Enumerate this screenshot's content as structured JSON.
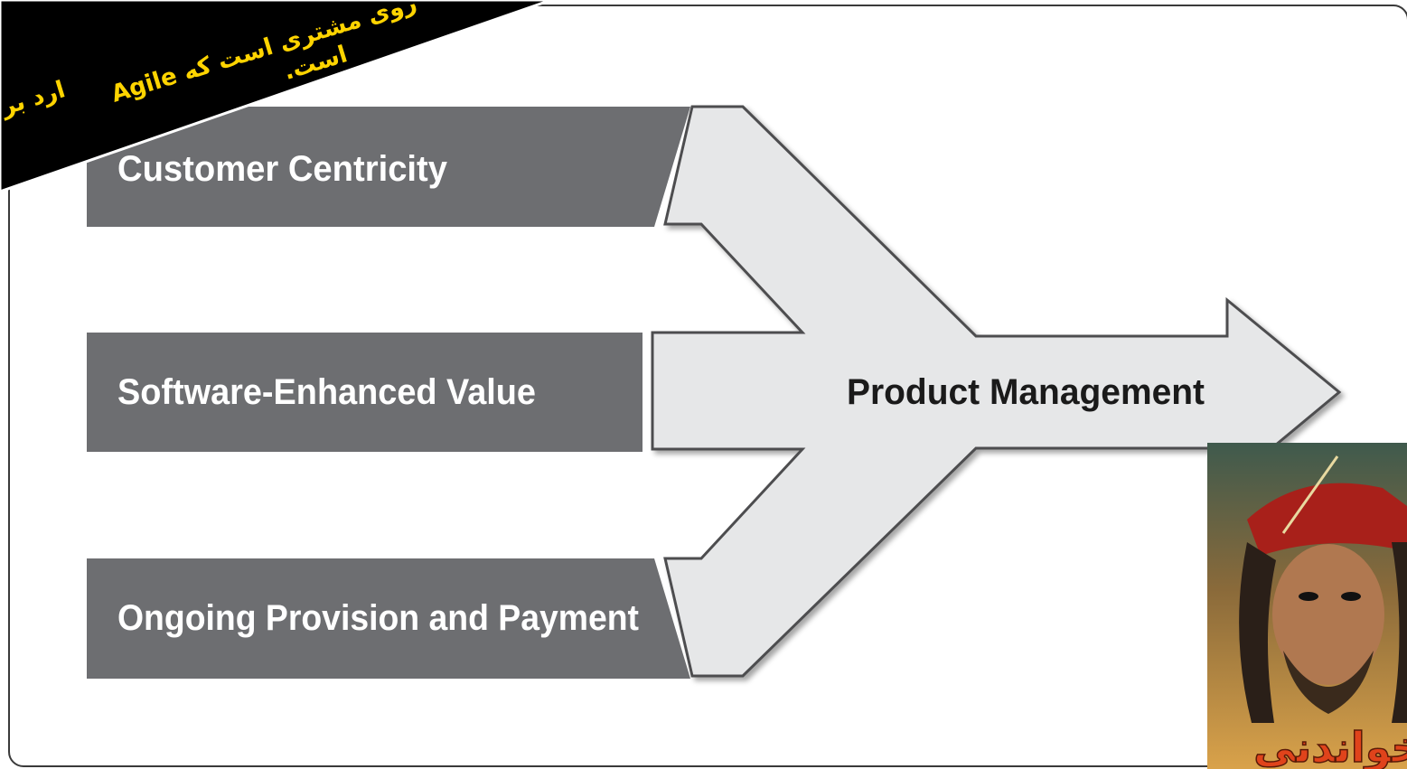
{
  "diagram": {
    "inputs": [
      {
        "label": "Customer Centricity"
      },
      {
        "label": "Software-Enhanced Value"
      },
      {
        "label": "Ongoing Provision and Payment"
      }
    ],
    "output": {
      "label": "Product Management"
    }
  },
  "banner": {
    "lines": [
      "ارد بر فرایند",
      "روی مشتری است که Agile",
      "است."
    ]
  },
  "thumbnail": {
    "caption": "خواندنی"
  },
  "colors": {
    "band": "#6d6e71",
    "band_text": "#ffffff",
    "arrow_fill": "#e6e7e8",
    "arrow_stroke": "#4d4d4f",
    "frame": "#3a3a3a",
    "banner_bg": "#000000",
    "banner_text": "#ffd400",
    "thumb_caption": "#e0431b"
  }
}
